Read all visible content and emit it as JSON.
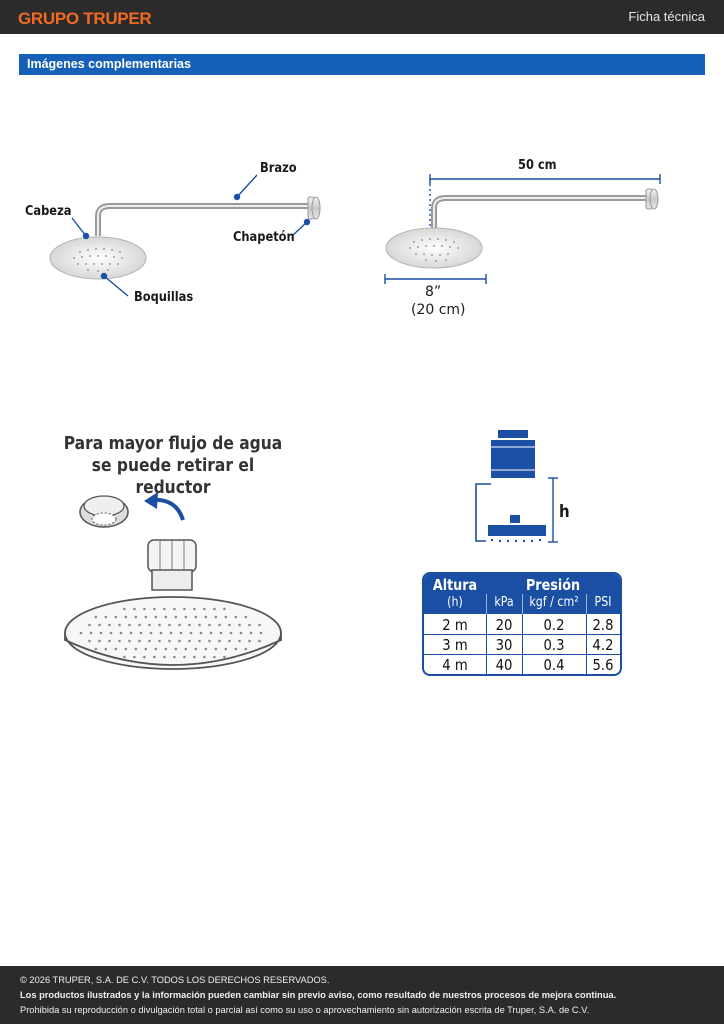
{
  "header": {
    "brand": "GRUPO TRUPER",
    "doc_type": "Ficha técnica"
  },
  "section": {
    "title": "Imágenes complementarias"
  },
  "parts_diagram": {
    "labels": {
      "arm": "Brazo",
      "head": "Cabeza",
      "flange": "Chapetón",
      "nozzles": "Boquillas"
    }
  },
  "dimensions": {
    "arm_length": "50 cm",
    "head_diameter": "8”",
    "head_diameter_metric": "(20 cm)"
  },
  "reducer_note": {
    "line1": "Para mayor flujo de agua",
    "line2": "se puede retirar el reductor"
  },
  "height_diagram": {
    "label": "h"
  },
  "pressure_table": {
    "header_altura": "Altura",
    "header_presion": "Presión",
    "sub_h": "(h)",
    "sub_kpa": "kPa",
    "sub_kgf": "kgf / cm²",
    "sub_psi": "PSI",
    "rows": [
      {
        "height": "2 m",
        "kpa": "20",
        "kgf": "0.2",
        "psi": "2.8"
      },
      {
        "height": "3 m",
        "kpa": "30",
        "kgf": "0.3",
        "psi": "4.2"
      },
      {
        "height": "4 m",
        "kpa": "40",
        "kgf": "0.4",
        "psi": "5.6"
      }
    ]
  },
  "footer": {
    "copyright": "© 2026 TRUPER, S.A. DE C.V. TODOS LOS DERECHOS RESERVADOS.",
    "notice": "Los productos ilustrados y la información pueden cambiar sin previo aviso, como resultado de nuestros procesos de mejora continua.",
    "prohibition": "Prohibida su reproducción o divulgación total o parcial así como su uso o aprovechamiento sin autorización escrita de Truper, S.A. de C.V."
  },
  "colors": {
    "brand_orange": "#f26a21",
    "section_blue": "#1660b8",
    "table_blue": "#1b4fa3",
    "bar_dark": "#2b2b2b"
  }
}
